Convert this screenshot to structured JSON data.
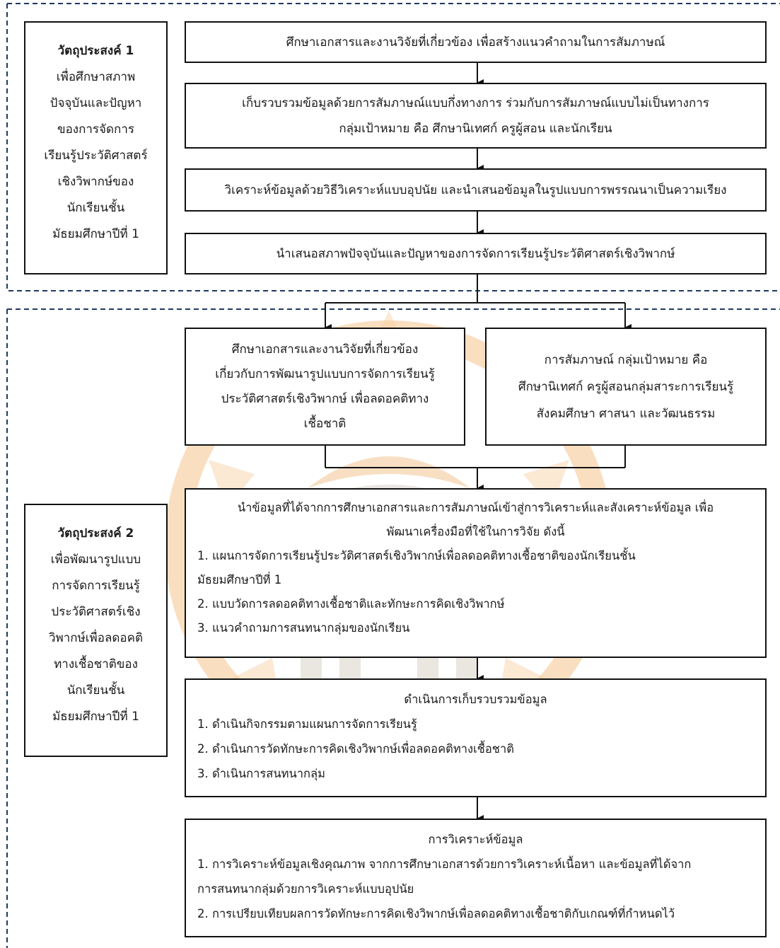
{
  "objective1": {
    "title": "วัตถุประสงค์ 1",
    "lines": [
      "เพื่อศึกษาสภาพ",
      "ปัจจุบันและปัญหา",
      "ของการจัดการ",
      "เรียนรู้ประวัติศาสตร์",
      "เชิงวิพากษ์ของ",
      "นักเรียนชั้น",
      "มัธยมศึกษาปีที่ 1"
    ]
  },
  "objective2": {
    "title": "วัตถุประสงค์ 2",
    "lines": [
      "เพื่อพัฒนารูปแบบ",
      "การจัดการเรียนรู้",
      "ประวัติศาสตร์เชิง",
      "วิพากษ์เพื่อลดอคติ",
      "ทางเชื้อชาติของ",
      "นักเรียนชั้น",
      "มัธยมศึกษาปีที่ 1"
    ]
  },
  "phase1": {
    "step1": "ศึกษาเอกสารและงานวิจัยที่เกี่ยวข้อง เพื่อสร้างแนวคำถามในการสัมภาษณ์",
    "step2_l1": "เก็บรวบรวมข้อมูลด้วยการสัมภาษณ์แบบกึ่งทางการ ร่วมกับการสัมภาษณ์แบบไม่เป็นทางการ",
    "step2_l2": "กลุ่มเป้าหมาย คือ ศึกษานิเทศก์ ครูผู้สอน และนักเรียน",
    "step3": "วิเคราะห์ข้อมูลด้วยวิธีวิเคราะห์แบบอุปนัย และนำเสนอข้อมูลในรูปแบบการพรรณนาเป็นความเรียง",
    "step4": "นำเสนอสภาพปัจจุบันและปัญหาของการจัดการเรียนรู้ประวัติศาสตร์เชิงวิพากษ์"
  },
  "phase2": {
    "left_box": [
      "ศึกษาเอกสารและงานวิจัยที่เกี่ยวข้อง",
      "เกี่ยวกับการพัฒนารูปแบบการจัดการเรียนรู้",
      "ประวัติศาสตร์เชิงวิพากษ์ เพื่อลดอคติทาง",
      "เชื้อชาติ"
    ],
    "right_box": [
      "การสัมภาษณ์ กลุ่มเป้าหมาย คือ",
      "ศึกษานิเทศก์ ครูผู้สอนกลุ่มสาระการเรียนรู้",
      "สังคมศึกษา ศาสนา และวัฒนธรรม"
    ],
    "synth": {
      "l1": "นำข้อมูลที่ได้จากการศึกษาเอกสารและการสัมภาษณ์เข้าสู่การวิเคราะห์และสังเคราะห์ข้อมูล เพื่อ",
      "l2": "พัฒนาเครื่องมือที่ใช้ในการวิจัย ดังนี้",
      "i1a": "1. แผนการจัดการเรียนรู้ประวัติศาสตร์เชิงวิพากษ์เพื่อลดอคติทางเชื้อชาติของนักเรียนชั้น",
      "i1b": "มัธยมศึกษาปีที่ 1",
      "i2": "2. แบบวัดการลดอคติทางเชื้อชาติและทักษะการคิดเชิงวิพากษ์",
      "i3": "3. แนวคำถามการสนทนากลุ่มของนักเรียน"
    },
    "collect": {
      "title": "ดำเนินการเก็บรวบรวมข้อมูล",
      "i1": "1. ดำเนินกิจกรรมตามแผนการจัดการเรียนรู้",
      "i2": "2. ดำเนินการวัดทักษะการคิดเชิงวิพากษ์เพื่อลดอคติทางเชื้อชาติ",
      "i3": "3. ดำเนินการสนทนากลุ่ม"
    },
    "analysis": {
      "title": "การวิเคราะห์ข้อมูล",
      "i1a": "1. การวิเคราะห์ข้อมูลเชิงคุณภาพ จากการศึกษาเอกสารด้วยการวิเคราะห์เนื้อหา และข้อมูลที่ได้จาก",
      "i1b": "การสนทนากลุ่มด้วยการวิเคราะห์แบบอุปนัย",
      "i2": "2. การเปรียบเทียบผลการวัดทักษะการคิดเชิงวิพากษ์เพื่อลดอคติทางเชื้อชาติกับเกณฑ์ที่กำหนดไว้"
    }
  },
  "colors": {
    "frame": "#1f3864",
    "line": "#111111",
    "watermark": "#f2c08a"
  }
}
